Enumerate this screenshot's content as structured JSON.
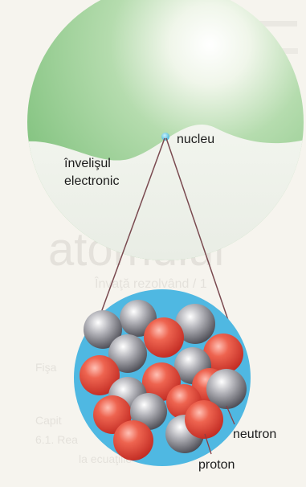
{
  "labels": {
    "nucleus": "nucleu",
    "shell_line1": "învelişul",
    "shell_line2": "electronic",
    "neutron": "neutron",
    "proton": "proton"
  },
  "colors": {
    "background": "#f6f4ee",
    "atom_green": "#8fc98b",
    "atom_light": "#e9f1e2",
    "nucleus_dot": "#5ec4e0",
    "nucleus_bg": "#4fb8e2",
    "proton": "#e0493a",
    "neutron": "#8d8d93",
    "cone_line": "#7a4a50"
  }
}
